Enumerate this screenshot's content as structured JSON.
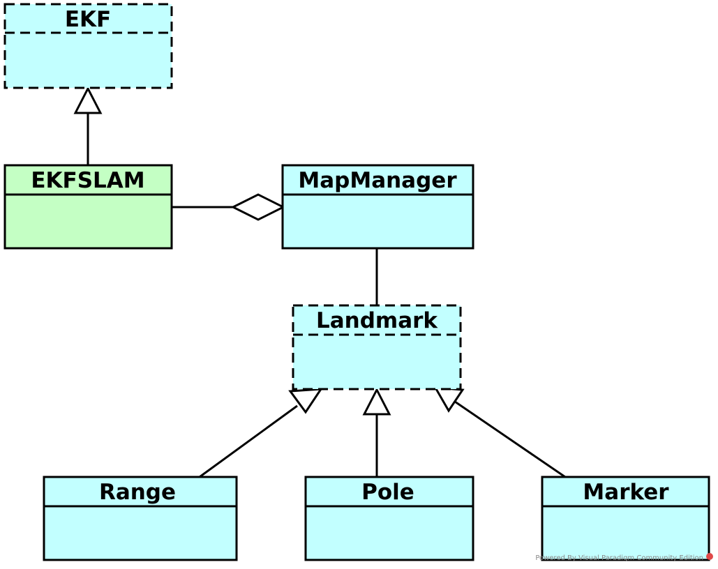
{
  "diagram": {
    "type": "uml-class-diagram",
    "classes": {
      "ekf": {
        "name": "EKF",
        "abstract": true,
        "fill": "#c2ffff"
      },
      "ekfslam": {
        "name": "EKFSLAM",
        "abstract": false,
        "fill": "#c4ffc4"
      },
      "mapmanager": {
        "name": "MapManager",
        "abstract": false,
        "fill": "#c2ffff"
      },
      "landmark": {
        "name": "Landmark",
        "abstract": true,
        "fill": "#c2ffff"
      },
      "range": {
        "name": "Range",
        "abstract": false,
        "fill": "#c2ffff"
      },
      "pole": {
        "name": "Pole",
        "abstract": false,
        "fill": "#c2ffff"
      },
      "marker": {
        "name": "Marker",
        "abstract": false,
        "fill": "#c2ffff"
      }
    },
    "relations": [
      {
        "type": "generalization",
        "from": "EKFSLAM",
        "to": "EKF"
      },
      {
        "type": "aggregation",
        "from": "EKFSLAM",
        "to": "MapManager"
      },
      {
        "type": "association",
        "from": "MapManager",
        "to": "Landmark"
      },
      {
        "type": "generalization",
        "from": "Range",
        "to": "Landmark"
      },
      {
        "type": "generalization",
        "from": "Pole",
        "to": "Landmark"
      },
      {
        "type": "generalization",
        "from": "Marker",
        "to": "Landmark"
      }
    ],
    "watermark": "Powered By  Visual Paradigm Community Edition"
  }
}
